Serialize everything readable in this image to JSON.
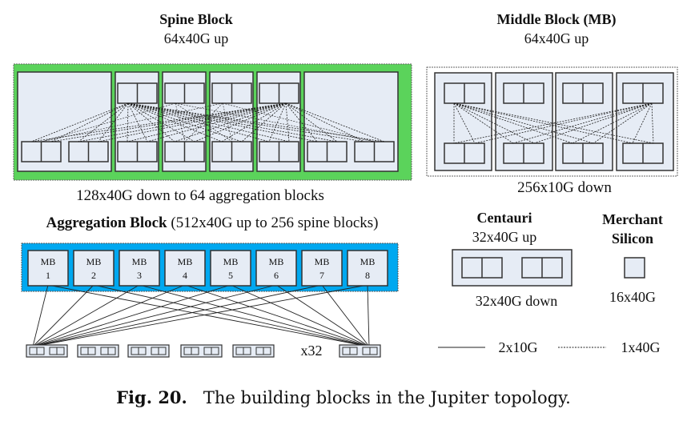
{
  "spine_block": {
    "title": "Spine Block",
    "up_label": "64x40G up",
    "down_label": "128x40G down to 64 aggregation blocks",
    "fill_color": "#5bd35b"
  },
  "middle_block": {
    "title": "Middle Block (MB)",
    "up_label": "64x40G up",
    "down_label": "256x10G down"
  },
  "aggregation_block": {
    "title": "Aggregation Block",
    "subtitle": "(512x40G up to 256 spine blocks)",
    "fill_color": "#00a8f0",
    "mbs": [
      {
        "line1": "MB",
        "line2": "1"
      },
      {
        "line1": "MB",
        "line2": "2"
      },
      {
        "line1": "MB",
        "line2": "3"
      },
      {
        "line1": "MB",
        "line2": "4"
      },
      {
        "line1": "MB",
        "line2": "5"
      },
      {
        "line1": "MB",
        "line2": "6"
      },
      {
        "line1": "MB",
        "line2": "7"
      },
      {
        "line1": "MB",
        "line2": "8"
      }
    ],
    "tor_count_label": "x32"
  },
  "centauri": {
    "title": "Centauri",
    "up_label": "32x40G up",
    "down_label": "32x40G down"
  },
  "merchant_silicon": {
    "title_line1": "Merchant",
    "title_line2": "Silicon",
    "ports_label": "16x40G"
  },
  "legend": {
    "solid_label": "2x10G",
    "dotted_label": "1x40G"
  },
  "caption": {
    "label": "Fig. 20.",
    "text": "The building blocks in the Jupiter topology."
  },
  "colors": {
    "chip_fill": "#e6ecf5",
    "stroke": "#333333"
  }
}
